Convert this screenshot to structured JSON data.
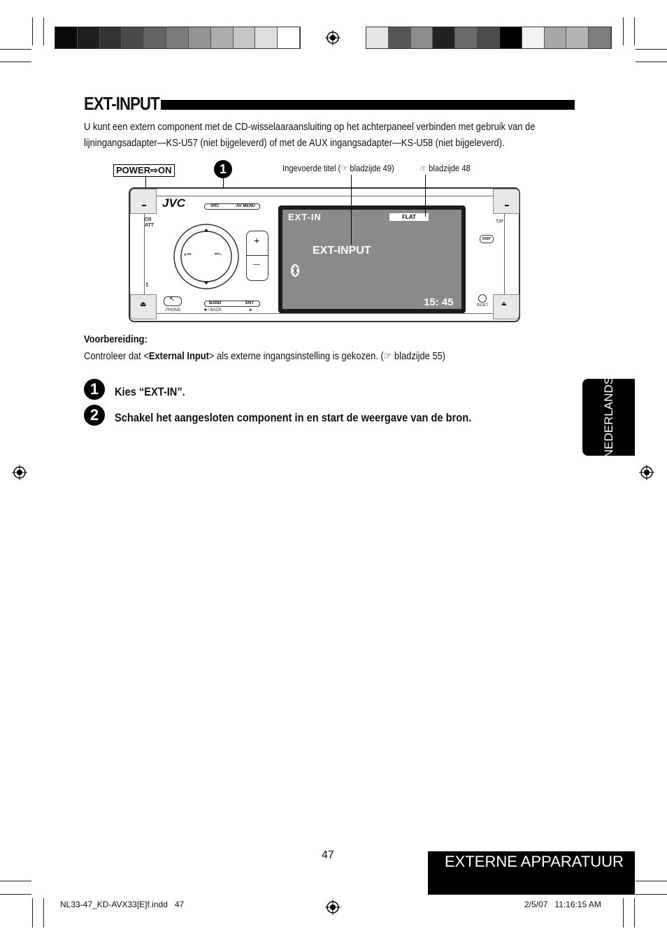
{
  "colorbar_left": [
    "#0a0a0a",
    "#1e1e1e",
    "#333333",
    "#4a4a4a",
    "#636363",
    "#7b7b7b",
    "#949494",
    "#adadad",
    "#c6c6c6",
    "#dedede",
    "#ffffff"
  ],
  "colorbar_right": [
    "#e6e6e6",
    "#555555",
    "#8c8c8c",
    "#222222",
    "#6a6a6a",
    "#4c4c4c",
    "#000000",
    "#f2f2f2",
    "#a6a6a6",
    "#b5b5b5",
    "#7d7d7d"
  ],
  "section": {
    "title": "EXT-INPUT",
    "intro": "U kunt een extern component met de CD-wisselaaraansluiting op het achterpaneel verbinden met gebruik van de lijningangsadapter—KS-U57 (niet bijgeleverd) of met de AUX ingangsadapter—KS-U58 (niet bijgeleverd)."
  },
  "figure": {
    "power_label": "POWER⇨ON",
    "callout_number": "1",
    "callout_title_text": "Ingevoerde titel (☞ bladzijde 49)",
    "callout_flat_text": "☞ bladzijde 48",
    "brand": "JVC",
    "src_label": "SRC",
    "avmenu_label": "AV MENU",
    "band_label": "BAND",
    "ent_label": "ENT",
    "back_label": "■ / BACK",
    "play_label": "►",
    "phone_label": "PHONE",
    "att_label": "⏻/I ATT",
    "tp_label": "T/P",
    "disp_label": "DISP",
    "reset_label": "RESET",
    "plus_label": "+",
    "minus_label": "—",
    "screen_source": "EXT-IN",
    "screen_eq": "FLAT",
    "screen_title": "EXT-INPUT",
    "screen_time": "15: 45",
    "bt_icon": "bluetooth-icon"
  },
  "preparation": {
    "heading": "Voorbereiding:",
    "text_before": "Controleer dat <",
    "text_bold": "External Input",
    "text_after": "> als externe ingangsinstelling is gekozen. (☞ bladzijde 55)"
  },
  "steps": [
    {
      "num": "1",
      "text": "Kies “EXT-IN”."
    },
    {
      "num": "2",
      "text": "Schakel het aangesloten component in en start de weergave van de bron."
    }
  ],
  "side_tab": "NEDERLANDS",
  "footer": {
    "page_number": "47",
    "tab_label": "EXTERNE APPARATUUR",
    "slug_left": "NL33-47_KD-AVX33[E]f.indd   47",
    "slug_right": "2/5/07   11:16:15 AM"
  }
}
